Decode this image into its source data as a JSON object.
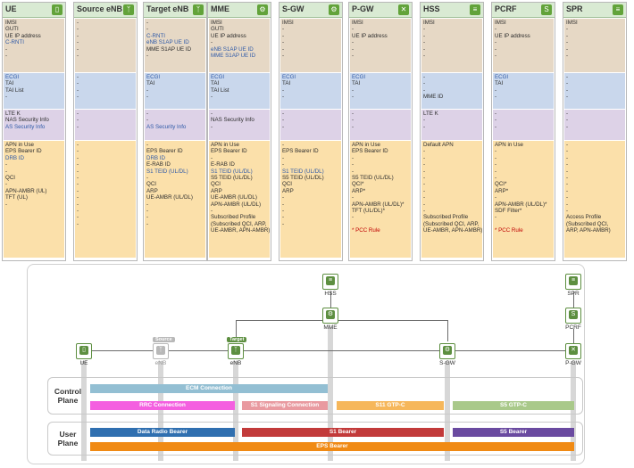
{
  "columns": [
    {
      "title": "UE",
      "icon": "phone-icon",
      "b1": [
        "IMSI",
        "GUTI",
        "UE IP address",
        "C-RNTI",
        "-",
        "-"
      ],
      "b1_blue": [
        3
      ],
      "b2": [
        "ECGI",
        "TAI",
        "TAI List",
        "-"
      ],
      "b2_blue": [
        0
      ],
      "b3": [
        "LTE K",
        "NAS Security Info",
        "AS Security Info"
      ],
      "b3_blue": [
        2
      ],
      "b4": [
        "APN in Use",
        "EPS Bearer ID",
        "DRB ID",
        "-",
        "-",
        "QCI",
        "-",
        "APN-AMBR (UL)",
        "TFT (UL)",
        "-"
      ],
      "b4_blue": [
        2
      ],
      "b4_red": []
    },
    {
      "title": "Source eNB",
      "icon": "antenna-icon",
      "b1": [
        "-",
        "-",
        "-",
        "-",
        "-",
        "-"
      ],
      "b1_blue": [],
      "b2": [
        "-",
        "-",
        "-",
        "-"
      ],
      "b2_blue": [],
      "b3": [
        "-",
        "-",
        "-"
      ],
      "b3_blue": [],
      "b4": [
        "-",
        "-",
        "-",
        "-",
        "-",
        "-",
        "-",
        "-",
        "-",
        "-",
        "-",
        "-",
        "-"
      ],
      "b4_blue": [],
      "b4_red": []
    },
    {
      "title": "Target eNB",
      "icon": "antenna-icon",
      "b1": [
        "-",
        "-",
        "C-RNTI",
        "eNB S1AP UE ID",
        "MME S1AP UE ID",
        "-"
      ],
      "b1_blue": [
        2,
        3
      ],
      "b2": [
        "ECGI",
        "TAI",
        "-",
        "-"
      ],
      "b2_blue": [
        0
      ],
      "b3": [
        "-",
        "-",
        "AS Security Info"
      ],
      "b3_blue": [
        2
      ],
      "b4": [
        "-",
        "EPS Bearer ID",
        "DRB ID",
        "E-RAB ID",
        "S1 TEID (UL/DL)",
        "-",
        "QCI",
        "ARP",
        "UE-AMBR (UL/DL)",
        "-",
        "-",
        "-",
        "-"
      ],
      "b4_blue": [
        2,
        4
      ],
      "b4_red": []
    },
    {
      "title": "MME",
      "icon": "gear-icon",
      "b1": [
        "IMSI",
        "GUTI",
        "UE IP address",
        "-",
        "eNB S1AP UE ID",
        "MME S1AP UE ID"
      ],
      "b1_blue": [
        4,
        5
      ],
      "b2": [
        "ECGI",
        "TAI",
        "TAI List",
        "-"
      ],
      "b2_blue": [
        0
      ],
      "b3": [
        "-",
        "NAS Security Info",
        "-"
      ],
      "b3_blue": [],
      "b4": [
        "APN in Use",
        "EPS Bearer ID",
        "-",
        "E-RAB ID",
        "S1 TEID (UL/DL)",
        "S5 TEID (UL/DL)",
        "QCI",
        "ARP",
        "UE-AMBR (UL/DL)",
        "APN-AMBR (UL/DL)",
        "-",
        "Subscribed Profile",
        "(Subscribed QCI, ARP,",
        "UE-AMBR, APN-AMBR)"
      ],
      "b4_blue": [
        4
      ],
      "b4_red": []
    },
    {
      "title": "S-GW",
      "icon": "gear-icon",
      "b1": [
        "IMSI",
        "-",
        "-",
        "-",
        "-",
        "-"
      ],
      "b1_blue": [],
      "b2": [
        "ECGI",
        "TAI",
        "-",
        "-"
      ],
      "b2_blue": [
        0
      ],
      "b3": [
        "-",
        "-",
        "-"
      ],
      "b3_blue": [],
      "b4": [
        "-",
        "EPS Bearer ID",
        "-",
        "-",
        "S1 TEID (UL/DL)",
        "S5 TEID (UL/DL)",
        "QCI",
        "ARP",
        "-",
        "-",
        "-",
        "-",
        "-"
      ],
      "b4_blue": [
        4
      ],
      "b4_red": []
    },
    {
      "title": "P-GW",
      "icon": "network-icon",
      "b1": [
        "IMSI",
        "-",
        "UE IP address",
        "-",
        "-",
        "-"
      ],
      "b1_blue": [],
      "b2": [
        "ECGI",
        "TAI",
        "-",
        "-"
      ],
      "b2_blue": [
        0
      ],
      "b3": [
        "-",
        "-",
        "-"
      ],
      "b3_blue": [],
      "b4": [
        "APN in Use",
        "EPS Bearer ID",
        "-",
        "-",
        "-",
        "S5 TEID (UL/DL)",
        "QCI*",
        "ARP*",
        "-",
        "APN-AMBR (UL/DL)*",
        "TFT (UL/DL)*",
        "-",
        "",
        "* PCC Rule"
      ],
      "b4_blue": [],
      "b4_red": [
        13
      ]
    },
    {
      "title": "HSS",
      "icon": "database-icon",
      "b1": [
        "IMSI",
        "-",
        "-",
        "-",
        "-",
        "-"
      ],
      "b1_blue": [],
      "b2": [
        "-",
        "-",
        "-",
        "MME ID"
      ],
      "b2_blue": [],
      "b3": [
        "LTE K",
        "-",
        "-"
      ],
      "b3_blue": [],
      "b4": [
        "Default APN",
        "-",
        "-",
        "-",
        "-",
        "-",
        "-",
        "-",
        "-",
        "-",
        "-",
        "Subscribed Profile",
        "(Subscribed QCI, ARP,",
        "UE-AMBR, APN-AMBR)"
      ],
      "b4_blue": [],
      "b4_red": []
    },
    {
      "title": "PCRF",
      "icon": "recycle-icon",
      "b1": [
        "IMSI",
        "-",
        "UE IP address",
        "-",
        "-",
        "-"
      ],
      "b1_blue": [],
      "b2": [
        "ECGI",
        "TAI",
        "-",
        "-"
      ],
      "b2_blue": [
        0
      ],
      "b3": [
        "-",
        "-",
        "-"
      ],
      "b3_blue": [],
      "b4": [
        "APN in Use",
        "-",
        "-",
        "-",
        "-",
        "-",
        "QCI*",
        "ARP*",
        "-",
        "APN-AMBR (UL/DL)*",
        "SDF Filter*",
        "-",
        "",
        "* PCC Rule"
      ],
      "b4_blue": [],
      "b4_red": [
        13
      ]
    },
    {
      "title": "SPR",
      "icon": "database-icon",
      "b1": [
        "IMSI",
        "-",
        "-",
        "-",
        "-",
        "-"
      ],
      "b1_blue": [],
      "b2": [
        "-",
        "-",
        "-",
        "-"
      ],
      "b2_blue": [],
      "b3": [
        "-",
        "-",
        "-"
      ],
      "b3_blue": [],
      "b4": [
        "-",
        "-",
        "-",
        "-",
        "-",
        "-",
        "-",
        "-",
        "-",
        "-",
        "-",
        "Access Profile",
        "(Subscribed QCI,",
        "ARP, APN-AMBR)"
      ],
      "b4_blue": [],
      "b4_red": []
    }
  ],
  "diagram": {
    "nodes": {
      "ue": "UE",
      "source_enb": "eNB",
      "target_enb": "eNB",
      "mme": "MME",
      "sgw": "S-GW",
      "pgw": "P-GW",
      "hss": "HSS",
      "pcrf": "PCRF",
      "spr": "SPR"
    },
    "tags": {
      "source": "Source",
      "target": "Target"
    },
    "control_plane": "Control\nPlane",
    "user_plane": "User\nPlane",
    "bars": {
      "ecm": "ECM Connection",
      "rrc": "RRC Connection",
      "s1sig": "S1 Signaling Connection",
      "s11": "S11 GTP-C",
      "s5c": "S5 GTP-C",
      "drb": "Data Radio Bearer",
      "s1b": "S1 Bearer",
      "s5b": "S5 Bearer",
      "eps": "EPS Bearer"
    },
    "colors": {
      "ecm": "#93bfd3",
      "rrc": "#f45fe0",
      "s1sig": "#e99aa0",
      "s11": "#f6b75b",
      "s5c": "#a9c98a",
      "drb": "#2f6fb0",
      "s1b": "#c23a3a",
      "s5b": "#6a4aa0",
      "eps": "#f08a14",
      "node_green": "#5d8f40",
      "node_gray": "#b8b8b8"
    }
  }
}
